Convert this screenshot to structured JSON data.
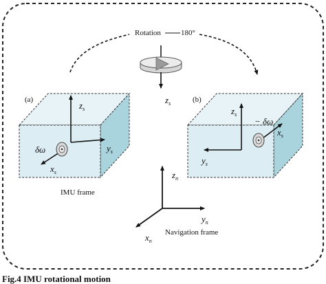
{
  "rotation": {
    "label": "Rotation",
    "angle": "180°"
  },
  "turntable_axis": {
    "symbol": "z",
    "subscript": "s"
  },
  "panel_a": {
    "tag": "(a)",
    "axes": {
      "z": {
        "symbol": "z",
        "subscript": "s"
      },
      "y": {
        "symbol": "y",
        "subscript": "s"
      },
      "x": {
        "symbol": "x",
        "subscript": "s"
      }
    },
    "rate_label": "δω",
    "frame_label": "IMU frame"
  },
  "panel_b": {
    "tag": "(b)",
    "axes": {
      "z": {
        "symbol": "z",
        "subscript": "s"
      },
      "x": {
        "symbol": "x",
        "subscript": "s"
      },
      "y": {
        "symbol": "y",
        "subscript": "s"
      }
    },
    "rate_label": "− δω"
  },
  "navigation": {
    "axes": {
      "z": {
        "symbol": "z",
        "subscript": "n"
      },
      "y": {
        "symbol": "y",
        "subscript": "n"
      },
      "x": {
        "symbol": "x",
        "subscript": "n"
      }
    },
    "frame_label": "Navigation frame"
  },
  "caption": "Fig.4 IMU rotational motion",
  "colors": {
    "box_front": "#dcedf3",
    "box_side": "#a9d4de",
    "box_top": "#e8f3f7",
    "edge": "#333333",
    "frame_border": "#222222"
  }
}
